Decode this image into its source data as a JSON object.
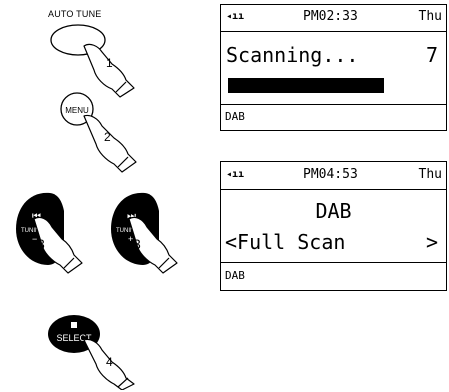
{
  "steps": {
    "autotune": {
      "label": "AUTO TUNE",
      "number": "1"
    },
    "menu": {
      "label": "MENU",
      "number": "2"
    },
    "tuning_down": {
      "label": "TUNING",
      "sign": "−",
      "number": "3"
    },
    "tuning_up": {
      "label": "TUNING",
      "sign": "+",
      "number": "3"
    },
    "select": {
      "label": "SELECT",
      "number": "4"
    }
  },
  "display_top": {
    "time": "PM02:33",
    "day": "Thu",
    "text": "Scanning...",
    "count": "7",
    "progress": 0.75,
    "footer": "DAB"
  },
  "display_bottom": {
    "time": "PM04:53",
    "day": "Thu",
    "title": "DAB",
    "option": "<Full Scan",
    "arrow": ">",
    "footer": "DAB"
  }
}
